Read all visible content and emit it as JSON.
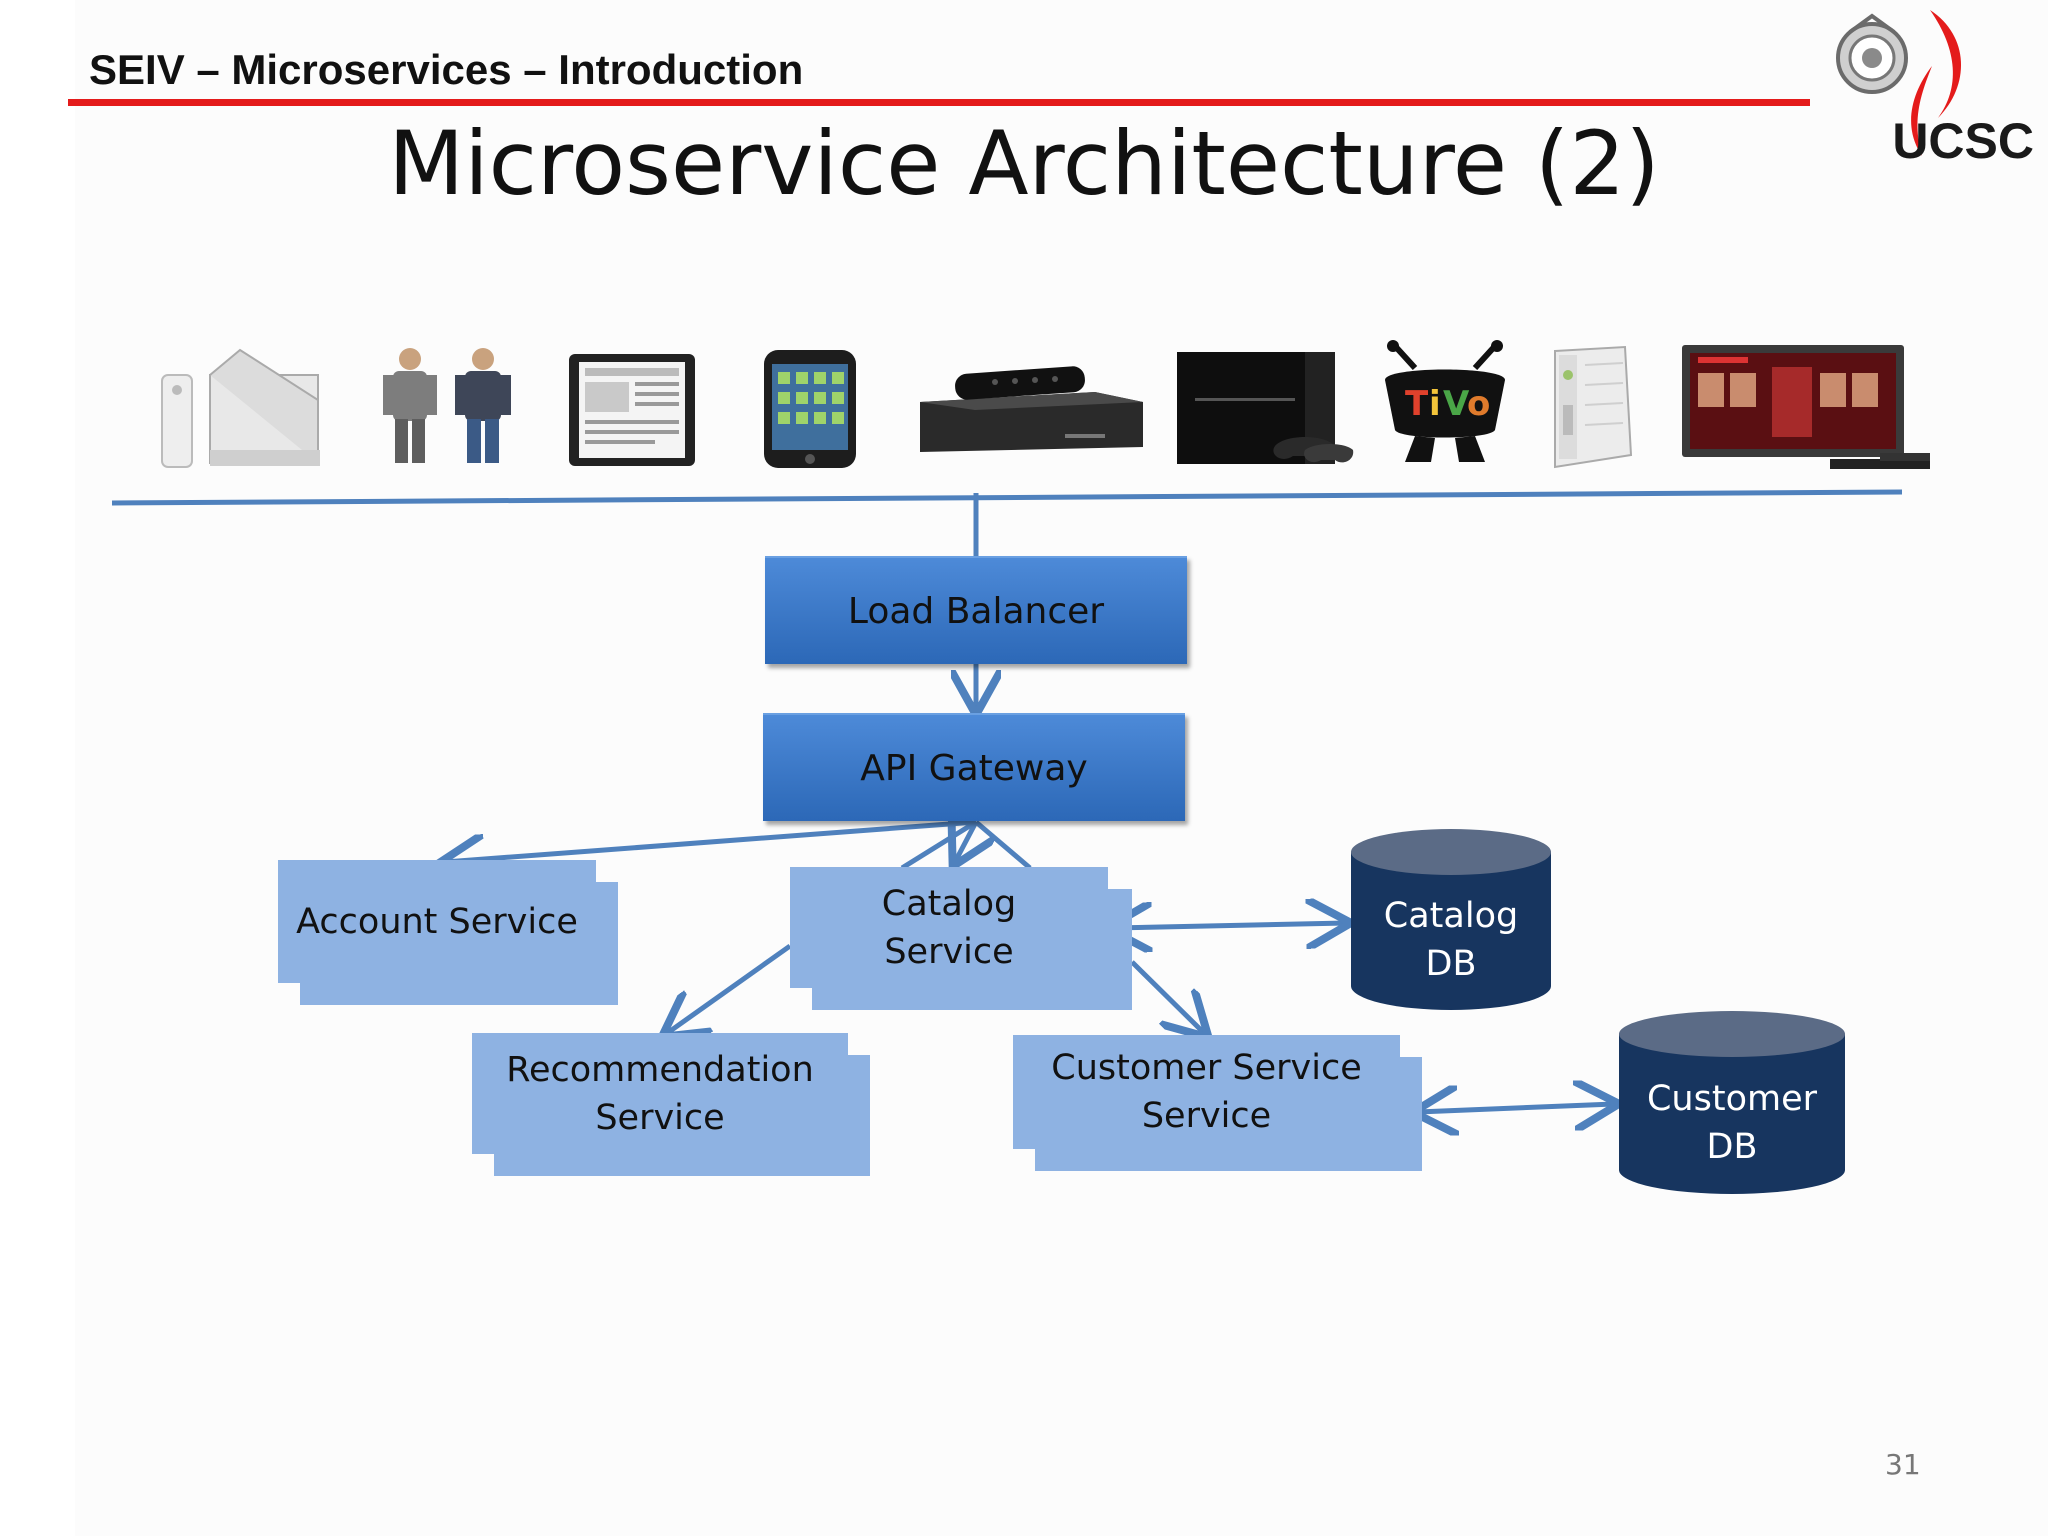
{
  "header": {
    "text": "SEIV – Microservices – Introduction"
  },
  "logo": {
    "text": "UCSC"
  },
  "slide": {
    "title": "Microservice Architecture (2)",
    "page_number": "31"
  },
  "devices": [
    {
      "name": "wii-console-icon"
    },
    {
      "name": "people-icon"
    },
    {
      "name": "tablet-icon"
    },
    {
      "name": "smartphone-icon"
    },
    {
      "name": "roku-set-top-box-icon"
    },
    {
      "name": "playstation-console-icon"
    },
    {
      "name": "tivo-logo-icon"
    },
    {
      "name": "xbox-console-icon"
    },
    {
      "name": "smart-tv-icon"
    }
  ],
  "diagram": {
    "load_balancer": "Load Balancer",
    "api_gateway": "API Gateway",
    "account_service": "Account Service",
    "catalog_service": [
      "Catalog",
      "Service"
    ],
    "recommendation_service": [
      "Recommendation",
      "Service"
    ],
    "customer_service": [
      "Customer Service",
      "Service"
    ],
    "catalog_db": [
      "Catalog",
      "DB"
    ],
    "customer_db": [
      "Customer",
      "DB"
    ]
  },
  "colors": {
    "accent_red": "#e41b1b",
    "box_dark_blue": "#3a78c8",
    "box_light_blue": "#8eb2e2",
    "db_navy": "#17355f",
    "connector_blue": "#4f81bd"
  }
}
